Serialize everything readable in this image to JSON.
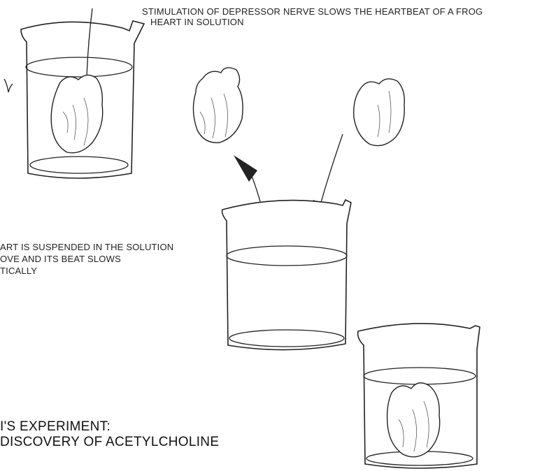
{
  "labels": {
    "top_caption_line1": "STIMULATION OF DEPRESSOR NERVE SLOWS THE HEARTBEAT OF A FROG",
    "top_caption_line2": "HEART IN SOLUTION",
    "middle_caption_line1": "ART IS SUSPENDED IN THE SOLUTION",
    "middle_caption_line2": "OVE AND ITS BEAT SLOWS",
    "middle_caption_line3": "TICALLY"
  },
  "title": {
    "line1": "I'S EXPERIMENT:",
    "line2": "DISCOVERY OF ACETYLCHOLINE"
  },
  "elements": {
    "beakers": [
      "beaker-with-nerve-heart",
      "beaker-solution-transfer",
      "beaker-second-heart"
    ],
    "hearts": [
      "heart-with-nerve",
      "heart-removed",
      "heart-inserted",
      "heart-slowed"
    ],
    "arrows": [
      "arrow-out-of-beaker",
      "arrow-into-beaker"
    ]
  }
}
